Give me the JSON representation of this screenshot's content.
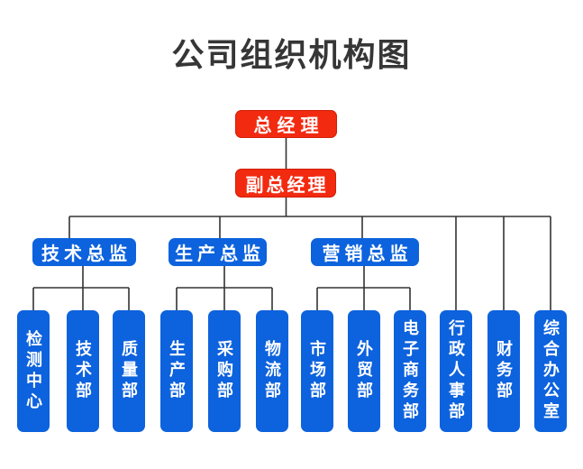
{
  "title": "公司组织机构图",
  "colors": {
    "executive_box": "#f22a10",
    "department_box": "#0d62dd",
    "connector_line": "#333333",
    "box_text": "#ffffff",
    "title_text": "#363636"
  },
  "root": {
    "label": "总经理"
  },
  "deputy": {
    "label": "副总经理"
  },
  "directors": [
    {
      "label": "技术总监"
    },
    {
      "label": "生产总监"
    },
    {
      "label": "营销总监"
    }
  ],
  "departments": [
    {
      "label": "检测中心"
    },
    {
      "label": "技术部"
    },
    {
      "label": "质量部"
    },
    {
      "label": "生产部"
    },
    {
      "label": "采购部"
    },
    {
      "label": "物流部"
    },
    {
      "label": "市场部"
    },
    {
      "label": "外贸部"
    },
    {
      "label": "电子商务部"
    },
    {
      "label": "行政人事部"
    },
    {
      "label": "财务部"
    },
    {
      "label": "综合办公室"
    }
  ]
}
